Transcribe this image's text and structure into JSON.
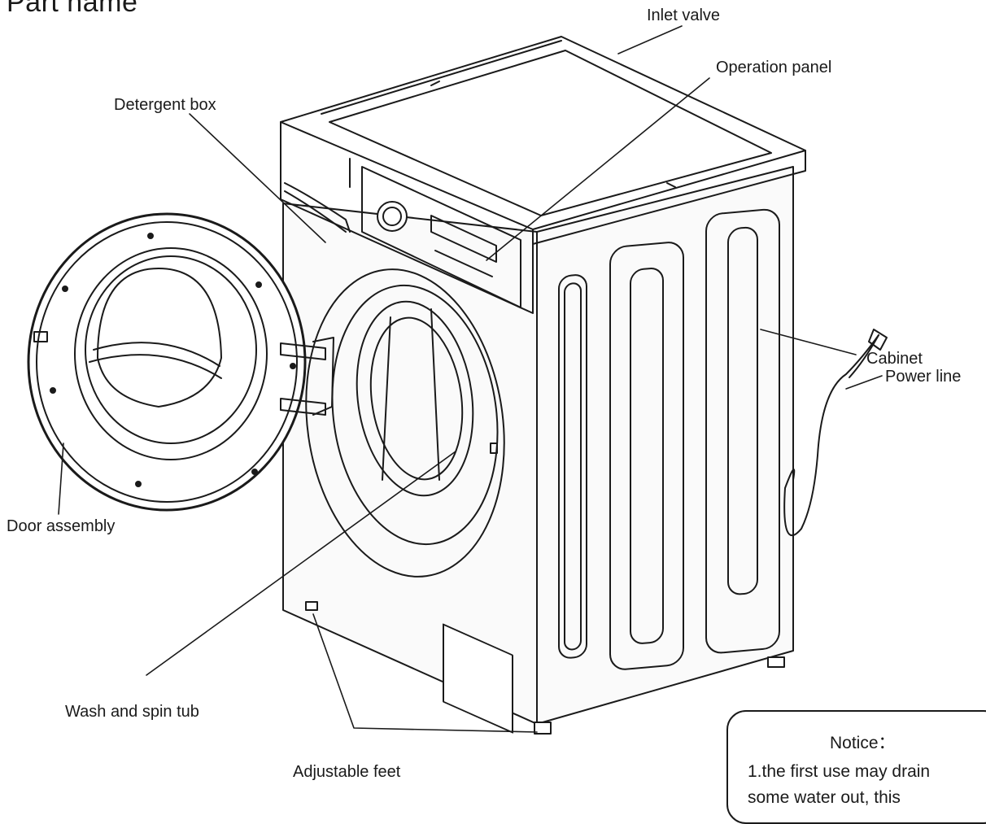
{
  "title": "Part name",
  "labels": {
    "inlet_valve": "Inlet valve",
    "operation_panel": "Operation panel",
    "detergent_box": "Detergent box",
    "power_line": "Power line",
    "door_assembly": "Door assembly",
    "cabinet": "Cabinet",
    "wash_spin_tub": "Wash and spin tub",
    "adjustable_feet": "Adjustable feet"
  },
  "notice": {
    "title": "Notice：",
    "line1": "1.the first use may drain",
    "line2": "some water out, this"
  },
  "colors": {
    "ink": "#1a1a1a",
    "background": "#ffffff",
    "surface": "#fafafa"
  }
}
